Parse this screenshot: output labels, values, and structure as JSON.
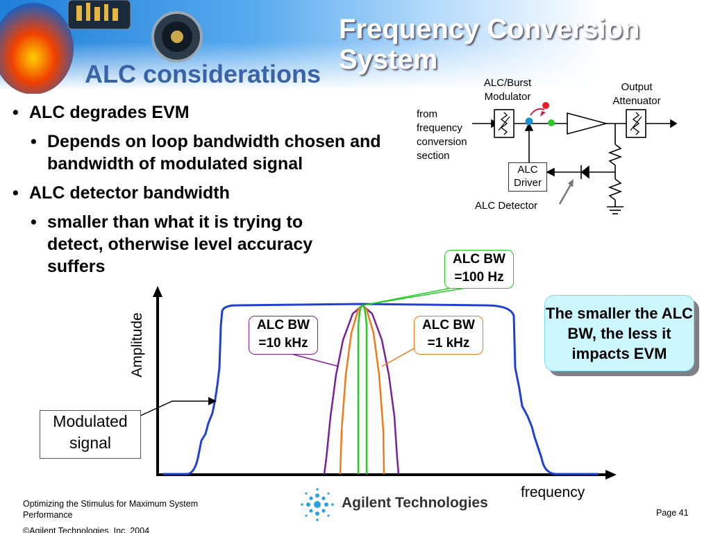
{
  "header": {
    "system_title": "Frequency Conversion System",
    "slide_title": "ALC considerations"
  },
  "bullets": [
    {
      "level": 1,
      "text": "ALC degrades EVM"
    },
    {
      "level": 2,
      "text": "Depends on loop bandwidth chosen and bandwidth of modulated signal"
    },
    {
      "level": 1,
      "text": "ALC detector bandwidth"
    },
    {
      "level": 2,
      "text": "smaller than what it is trying to detect, otherwise level accuracy suffers"
    }
  ],
  "block_diagram": {
    "modulator_label": "ALC/Burst Modulator",
    "attenuator_label": "Output Attenuator",
    "input_label": "from frequency conversion section",
    "driver_label": "ALC Driver",
    "detector_label": "ALC Detector"
  },
  "spectrum": {
    "y_axis_label": "Amplitude",
    "x_axis_label": "frequency",
    "callout_100hz": "ALC BW =100 Hz",
    "callout_10khz": "ALC BW =10 kHz",
    "callout_1khz": "ALC BW =1 kHz",
    "modulated_label": "Modulated signal",
    "summary": "The smaller the ALC BW, the less it impacts EVM",
    "colors": {
      "signal": "#1f3fd6",
      "bw_10khz": "#7a1f9a",
      "bw_1khz": "#f07a1a",
      "bw_100hz": "#22cc22"
    }
  },
  "footer": {
    "course": "Optimizing the Stimulus for Maximum System Performance",
    "copyright": "©Agilent Technologies, Inc. 2004",
    "brand": "Agilent Technologies",
    "page": "Page 41"
  }
}
